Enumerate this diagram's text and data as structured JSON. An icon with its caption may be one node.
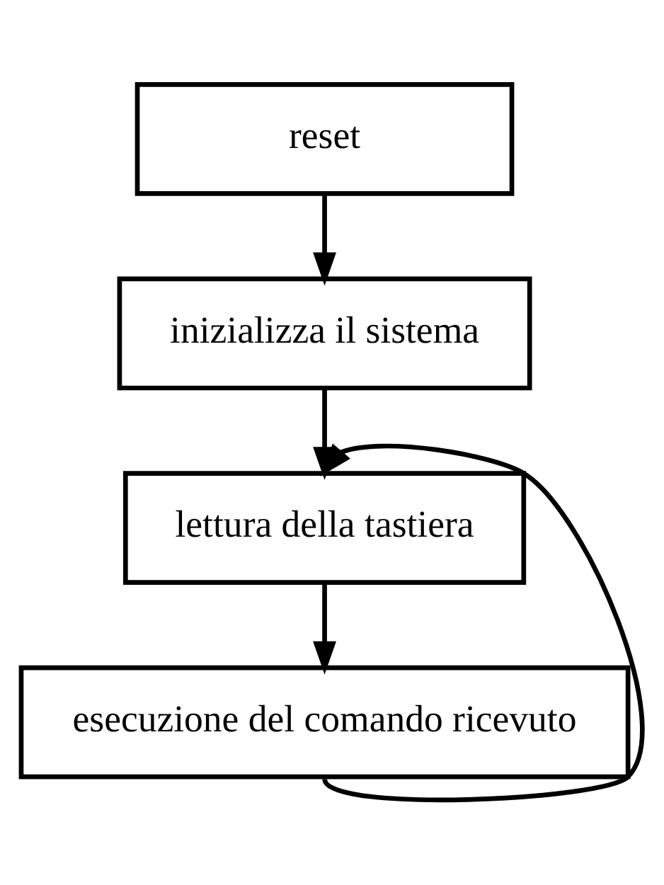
{
  "diagram": {
    "nodes": [
      {
        "text": [
          "reset"
        ]
      },
      {
        "text": [
          "inizializza il sistema"
        ]
      },
      {
        "text": [
          "lettura della tastiera"
        ]
      },
      {
        "text": [
          "esecuzione del comando ricevuto"
        ]
      }
    ],
    "edges": [
      {
        "from": 0,
        "to": 1,
        "arrow": "to"
      },
      {
        "from": 1,
        "to": 2,
        "arrow": "to"
      },
      {
        "from": 2,
        "to": 3,
        "arrow": "to"
      },
      {
        "from": 3,
        "to": 2,
        "arrow": "to"
      }
    ]
  }
}
